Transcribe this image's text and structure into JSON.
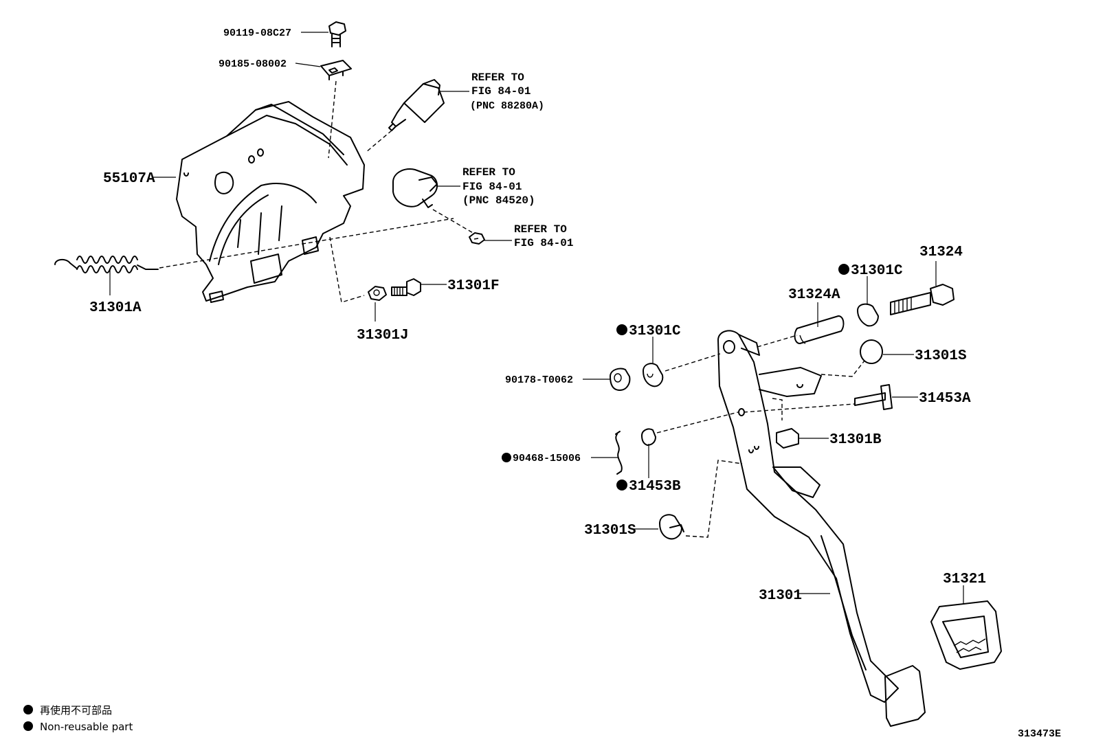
{
  "labels": {
    "p90119": "90119-08C27",
    "p90185": "90185-08002",
    "p55107a": "55107A",
    "p31301a": "31301A",
    "p31301j": "31301J",
    "p31301f": "31301F",
    "ref_switch_1": "REFER TO",
    "ref_switch_2": "FIG 84-01",
    "ref_switch_3": "(PNC 88280A)",
    "ref_sensor_1": "REFER TO",
    "ref_sensor_2": "FIG 84-01",
    "ref_sensor_3": "(PNC 84520)",
    "ref_nut_1": "REFER TO",
    "ref_nut_2": "FIG 84-01",
    "p31324": "31324",
    "p31301c_top": "31301C",
    "p31324a": "31324A",
    "p31301c_mid": "31301C",
    "p31301s_top": "31301S",
    "p90178": "90178-T0062",
    "p31453a": "31453A",
    "p31301b": "31301B",
    "p90468": "90468-15006",
    "p31453b": "31453B",
    "p31301s_bot": "31301S",
    "p31301": "31301",
    "p31321": "31321"
  },
  "legend": {
    "line_jp": "再使用不可部品",
    "line_en": "Non-reusable part"
  },
  "figure_code": "313473E"
}
